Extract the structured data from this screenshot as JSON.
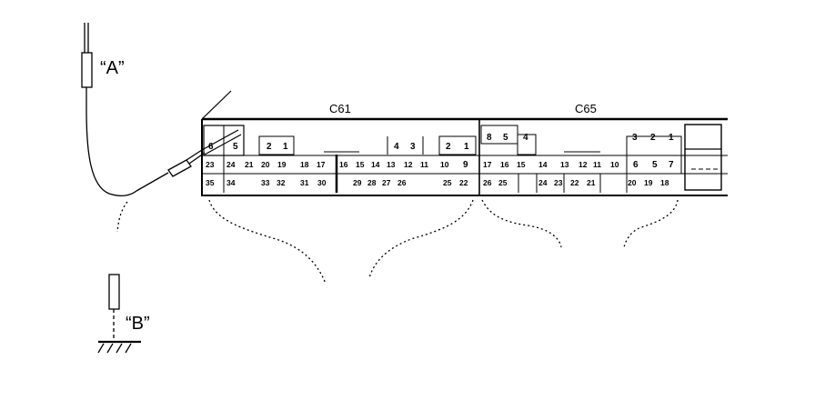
{
  "probe_a": {
    "label": "“A”"
  },
  "probe_b": {
    "label": "“B”"
  },
  "connectors": [
    {
      "name": "C61",
      "label": "C61",
      "row1": [
        "6",
        "5",
        "2",
        "1",
        "4",
        "3",
        "2",
        "1"
      ],
      "row2": [
        "23",
        "24",
        "21",
        "20",
        "19",
        "18",
        "17",
        "16",
        "15",
        "14",
        "13",
        "12",
        "11",
        "10",
        "9"
      ],
      "row3": [
        "35",
        "34",
        "33",
        "32",
        "31",
        "30",
        "29",
        "28",
        "27",
        "26",
        "25",
        "22"
      ]
    },
    {
      "name": "C65",
      "label": "C65",
      "row1": [
        "8",
        "5",
        "4",
        "3",
        "2",
        "1"
      ],
      "row2": [
        "17",
        "16",
        "15",
        "14",
        "13",
        "12",
        "11",
        "10",
        "6",
        "5",
        "7"
      ],
      "row3": [
        "26",
        "25",
        "24",
        "23",
        "22",
        "21",
        "20",
        "19",
        "18"
      ]
    }
  ]
}
